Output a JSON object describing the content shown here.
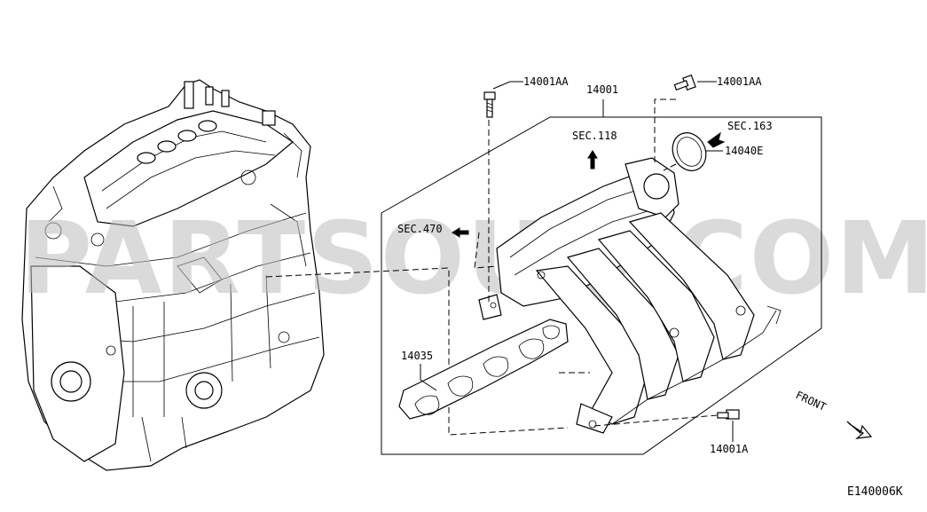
{
  "diagram": {
    "labels": {
      "bolt_left": "14001AA",
      "bolt_right": "14001AA",
      "manifold": "14001",
      "sec_119": "SEC.118",
      "sec_163": "SEC.163",
      "gasket_right": "14040E",
      "sec_470": "SEC.470",
      "gasket_main": "14035",
      "bolt_lower": "14001A",
      "front": "FRONT"
    },
    "watermark": "PARTSOUQ.COM",
    "drawing_code": "E140006K"
  }
}
